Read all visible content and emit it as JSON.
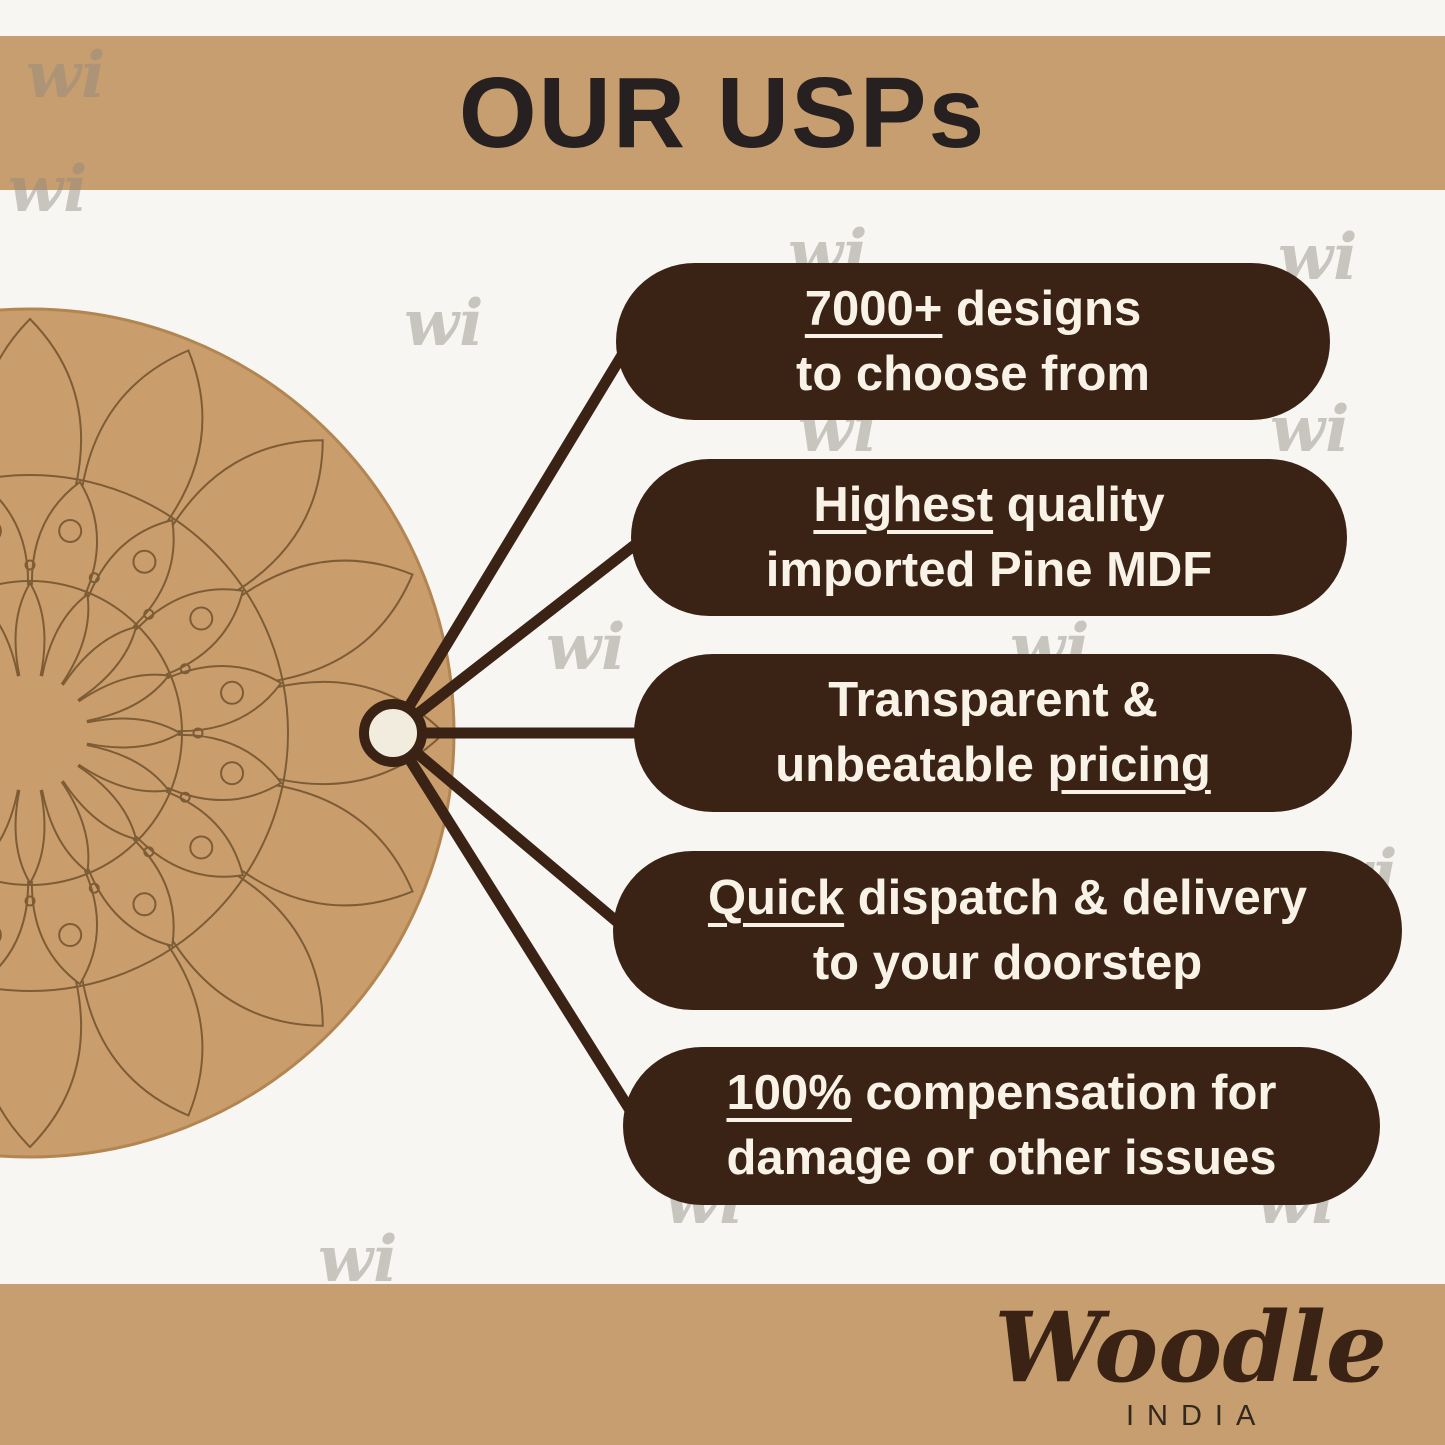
{
  "header": {
    "title": "OUR USPs"
  },
  "watermark": {
    "text": "wi"
  },
  "usps": [
    {
      "line1": [
        {
          "t": "7000+",
          "u": true
        },
        {
          "t": " designs",
          "u": false
        }
      ],
      "line2": [
        {
          "t": "to choose from",
          "u": false
        }
      ]
    },
    {
      "line1": [
        {
          "t": "Highest",
          "u": true
        },
        {
          "t": " quality",
          "u": false
        }
      ],
      "line2": [
        {
          "t": "imported Pine MDF",
          "u": false
        }
      ]
    },
    {
      "line1": [
        {
          "t": "Transparent &",
          "u": false
        }
      ],
      "line2": [
        {
          "t": "unbeatable ",
          "u": false
        },
        {
          "t": "pricing",
          "u": true
        }
      ]
    },
    {
      "line1": [
        {
          "t": "Quick",
          "u": true
        },
        {
          "t": " dispatch & delivery",
          "u": false
        }
      ],
      "line2": [
        {
          "t": "to your doorstep",
          "u": false
        }
      ]
    },
    {
      "line1": [
        {
          "t": "100%",
          "u": true
        },
        {
          "t": " compensation for",
          "u": false
        }
      ],
      "line2": [
        {
          "t": "damage or other issues",
          "u": false
        }
      ]
    }
  ],
  "footer": {
    "brand": "Woodle",
    "country": "INDIA"
  },
  "colors": {
    "band": "#c79e6f",
    "title": "#262021",
    "background": "#f8f6f2",
    "capsule": "#3a2315",
    "capsule_text": "#f8f2e7",
    "connector": "#3a2315",
    "mdf": "#c99e6c",
    "mdf_line": "#7d5c36",
    "hub_fill": "#f2ecdf",
    "watermark": "#8e8a80",
    "brand": "#3a2315"
  }
}
